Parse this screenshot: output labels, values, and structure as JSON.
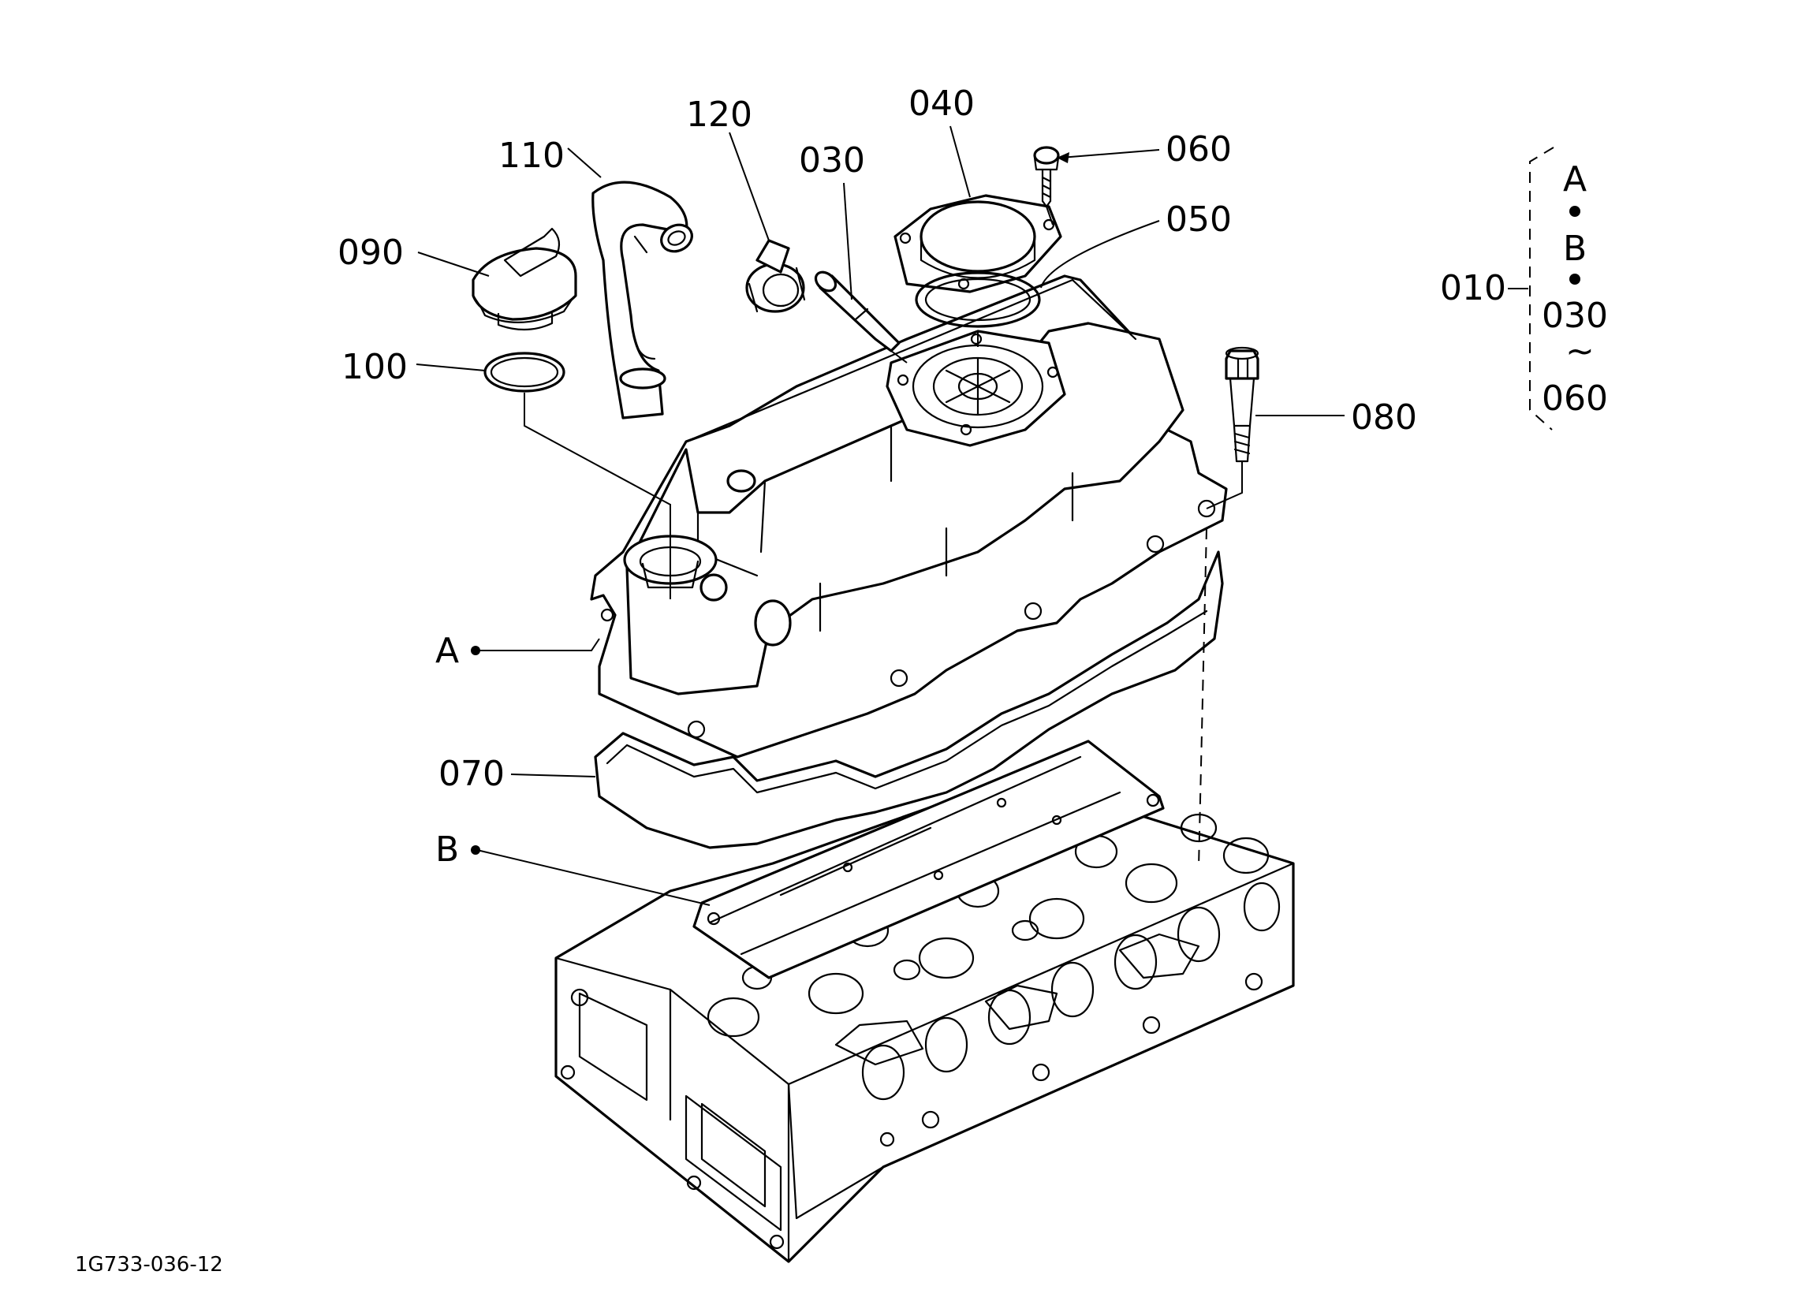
{
  "parts": [
    {
      "id": "p010",
      "label": "010",
      "name": "cylinder-head-cover-assembly"
    },
    {
      "id": "p030",
      "label": "030",
      "name": "pipe"
    },
    {
      "id": "p040",
      "label": "040",
      "name": "breather-cover"
    },
    {
      "id": "p050",
      "label": "050",
      "name": "breather-gasket"
    },
    {
      "id": "p060",
      "label": "060",
      "name": "screw"
    },
    {
      "id": "p070",
      "label": "070",
      "name": "cover-gasket"
    },
    {
      "id": "p080",
      "label": "080",
      "name": "cap-nut-bolt"
    },
    {
      "id": "p090",
      "label": "090",
      "name": "oil-filler-cap"
    },
    {
      "id": "p100",
      "label": "100",
      "name": "o-ring"
    },
    {
      "id": "p110",
      "label": "110",
      "name": "breather-hose"
    },
    {
      "id": "p120",
      "label": "120",
      "name": "hose-clip"
    }
  ],
  "reference_points": {
    "a": "A",
    "b": "B"
  },
  "assembly_note": {
    "a": "A",
    "b": "B",
    "from": "030",
    "tilde": "~",
    "to": "060"
  },
  "drawing_code": "1G733-036-12"
}
